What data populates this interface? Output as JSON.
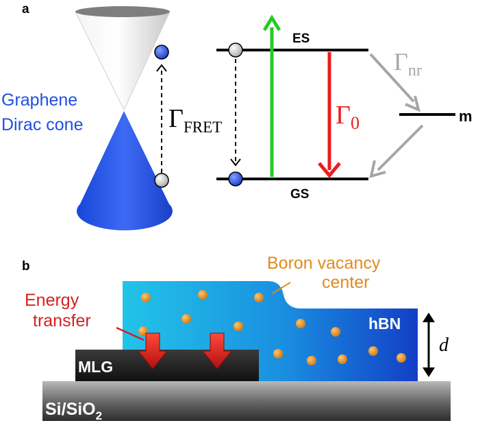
{
  "panel_a": {
    "label": "a",
    "cone_label_line1": "Graphene",
    "cone_label_line2": "Dirac cone",
    "fret_symbol": "Γ",
    "fret_subscript": "FRET",
    "excited_state_label": "ES",
    "ground_state_label": "GS",
    "metastable_label": "m",
    "nr_symbol": "Γ",
    "nr_subscript": "nr",
    "rad_symbol": "Γ",
    "rad_subscript": "0"
  },
  "panel_b": {
    "label": "b",
    "vacancy_label_line1": "Boron vacancy",
    "vacancy_label_line2": "center",
    "energy_label_line1": "Energy",
    "energy_label_line2": "transfer",
    "hbn_label": "hBN",
    "thickness_label": "d",
    "mlg_label": "MLG",
    "substrate_label_main": "Si/SiO",
    "substrate_label_sub": "2"
  },
  "colors": {
    "cone_blue": "#1f4fe0",
    "label_blue": "#1f4fe0",
    "excitation_green": "#22cc22",
    "emission_red": "#ee1c1c",
    "nonradiative_gray": "#a6a6a6",
    "vacancy_orange": "#e08a1e",
    "energy_red": "#d42020"
  }
}
